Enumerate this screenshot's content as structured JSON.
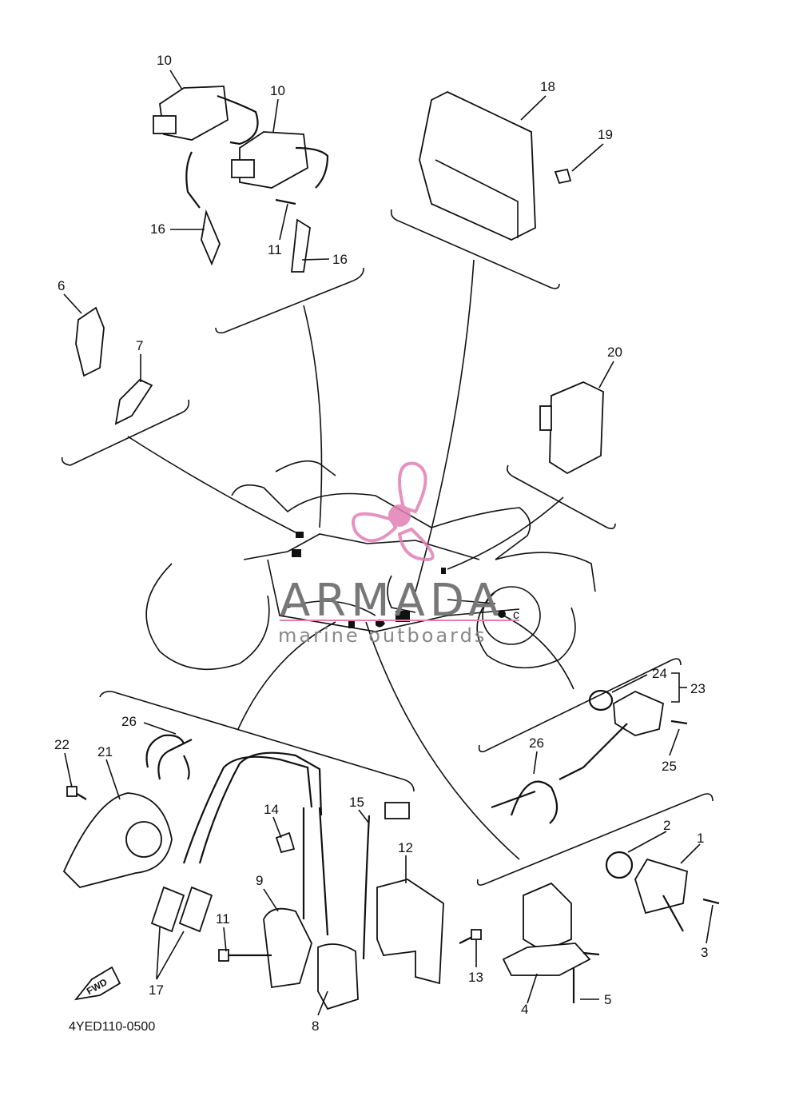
{
  "diagram": {
    "callouts": {
      "p1": "1",
      "p2": "2",
      "p3": "3",
      "p4": "4",
      "p5": "5",
      "p6": "6",
      "p7": "7",
      "p8": "8",
      "p9": "9",
      "p10a": "10",
      "p10b": "10",
      "p11a": "11",
      "p11b": "11",
      "p12": "12",
      "p13": "13",
      "p14": "14",
      "p15": "15",
      "p16a": "16",
      "p16b": "16",
      "p17": "17",
      "p18": "18",
      "p19": "19",
      "p20": "20",
      "p21": "21",
      "p22": "22",
      "p23": "23",
      "p24": "24",
      "p25": "25",
      "p26a": "26",
      "p26b": "26"
    },
    "diagram_code": "4YED110-0500",
    "fwd_label": "FWD",
    "marker_c": "c"
  },
  "watermark": {
    "brand": "ARMADA",
    "tagline": "marine outboards",
    "logo_color": "#e27fb4"
  }
}
